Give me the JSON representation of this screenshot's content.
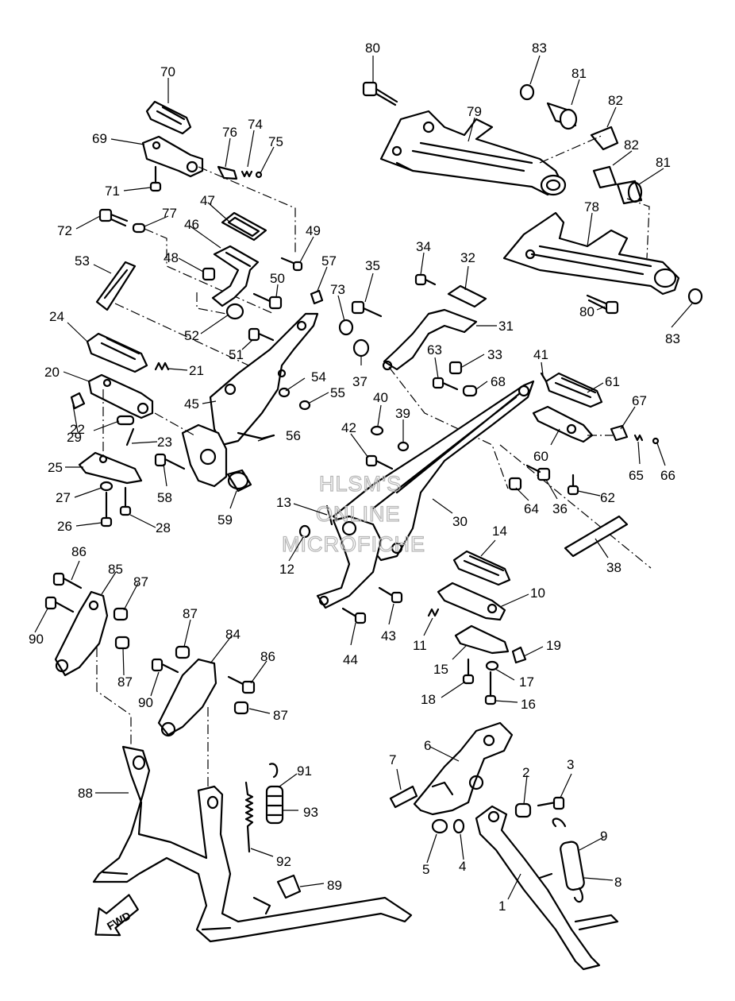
{
  "watermark": {
    "line1": "HLSM'S",
    "line2": "ONLINE",
    "line3": "MICROFICHE"
  },
  "fwd_label": "FWD",
  "callouts": [
    {
      "id": "c1",
      "text": "1"
    },
    {
      "id": "c2",
      "text": "2"
    },
    {
      "id": "c3",
      "text": "3"
    },
    {
      "id": "c4",
      "text": "4"
    },
    {
      "id": "c5",
      "text": "5"
    },
    {
      "id": "c6",
      "text": "6"
    },
    {
      "id": "c7",
      "text": "7"
    },
    {
      "id": "c8",
      "text": "8"
    },
    {
      "id": "c9",
      "text": "9"
    },
    {
      "id": "c10",
      "text": "10"
    },
    {
      "id": "c11",
      "text": "11"
    },
    {
      "id": "c12",
      "text": "12"
    },
    {
      "id": "c13",
      "text": "13"
    },
    {
      "id": "c14",
      "text": "14"
    },
    {
      "id": "c15",
      "text": "15"
    },
    {
      "id": "c16",
      "text": "16"
    },
    {
      "id": "c17",
      "text": "17"
    },
    {
      "id": "c18",
      "text": "18"
    },
    {
      "id": "c19",
      "text": "19"
    },
    {
      "id": "c20",
      "text": "20"
    },
    {
      "id": "c21",
      "text": "21"
    },
    {
      "id": "c22",
      "text": "22"
    },
    {
      "id": "c23",
      "text": "23"
    },
    {
      "id": "c24",
      "text": "24"
    },
    {
      "id": "c25",
      "text": "25"
    },
    {
      "id": "c26",
      "text": "26"
    },
    {
      "id": "c27",
      "text": "27"
    },
    {
      "id": "c28",
      "text": "28"
    },
    {
      "id": "c29",
      "text": "29"
    },
    {
      "id": "c30",
      "text": "30"
    },
    {
      "id": "c31",
      "text": "31"
    },
    {
      "id": "c32",
      "text": "32"
    },
    {
      "id": "c33",
      "text": "33"
    },
    {
      "id": "c34",
      "text": "34"
    },
    {
      "id": "c35",
      "text": "35"
    },
    {
      "id": "c36",
      "text": "36"
    },
    {
      "id": "c37",
      "text": "37"
    },
    {
      "id": "c38",
      "text": "38"
    },
    {
      "id": "c39",
      "text": "39"
    },
    {
      "id": "c40",
      "text": "40"
    },
    {
      "id": "c41",
      "text": "41"
    },
    {
      "id": "c42",
      "text": "42"
    },
    {
      "id": "c43",
      "text": "43"
    },
    {
      "id": "c44",
      "text": "44"
    },
    {
      "id": "c45",
      "text": "45"
    },
    {
      "id": "c46",
      "text": "46"
    },
    {
      "id": "c47",
      "text": "47"
    },
    {
      "id": "c48",
      "text": "48"
    },
    {
      "id": "c49",
      "text": "49"
    },
    {
      "id": "c50",
      "text": "50"
    },
    {
      "id": "c51",
      "text": "51"
    },
    {
      "id": "c52",
      "text": "52"
    },
    {
      "id": "c53",
      "text": "53"
    },
    {
      "id": "c54",
      "text": "54"
    },
    {
      "id": "c55",
      "text": "55"
    },
    {
      "id": "c56",
      "text": "56"
    },
    {
      "id": "c57",
      "text": "57"
    },
    {
      "id": "c58",
      "text": "58"
    },
    {
      "id": "c59",
      "text": "59"
    },
    {
      "id": "c60",
      "text": "60"
    },
    {
      "id": "c61",
      "text": "61"
    },
    {
      "id": "c62",
      "text": "62"
    },
    {
      "id": "c63",
      "text": "63"
    },
    {
      "id": "c64",
      "text": "64"
    },
    {
      "id": "c65",
      "text": "65"
    },
    {
      "id": "c66",
      "text": "66"
    },
    {
      "id": "c67",
      "text": "67"
    },
    {
      "id": "c68",
      "text": "68"
    },
    {
      "id": "c69",
      "text": "69"
    },
    {
      "id": "c70",
      "text": "70"
    },
    {
      "id": "c71",
      "text": "71"
    },
    {
      "id": "c72",
      "text": "72"
    },
    {
      "id": "c73",
      "text": "73"
    },
    {
      "id": "c74",
      "text": "74"
    },
    {
      "id": "c75",
      "text": "75"
    },
    {
      "id": "c76",
      "text": "76"
    },
    {
      "id": "c77",
      "text": "77"
    },
    {
      "id": "c78",
      "text": "78"
    },
    {
      "id": "c79",
      "text": "79"
    },
    {
      "id": "c80a",
      "text": "80"
    },
    {
      "id": "c80b",
      "text": "80"
    },
    {
      "id": "c81a",
      "text": "81"
    },
    {
      "id": "c81b",
      "text": "81"
    },
    {
      "id": "c82a",
      "text": "82"
    },
    {
      "id": "c82b",
      "text": "82"
    },
    {
      "id": "c83a",
      "text": "83"
    },
    {
      "id": "c83b",
      "text": "83"
    },
    {
      "id": "c84",
      "text": "84"
    },
    {
      "id": "c85",
      "text": "85"
    },
    {
      "id": "c86a",
      "text": "86"
    },
    {
      "id": "c86b",
      "text": "86"
    },
    {
      "id": "c87a",
      "text": "87"
    },
    {
      "id": "c87b",
      "text": "87"
    },
    {
      "id": "c87c",
      "text": "87"
    },
    {
      "id": "c87d",
      "text": "87"
    },
    {
      "id": "c88",
      "text": "88"
    },
    {
      "id": "c89",
      "text": "89"
    },
    {
      "id": "c90a",
      "text": "90"
    },
    {
      "id": "c90b",
      "text": "90"
    },
    {
      "id": "c91",
      "text": "91"
    },
    {
      "id": "c92",
      "text": "92"
    },
    {
      "id": "c93",
      "text": "93"
    }
  ]
}
